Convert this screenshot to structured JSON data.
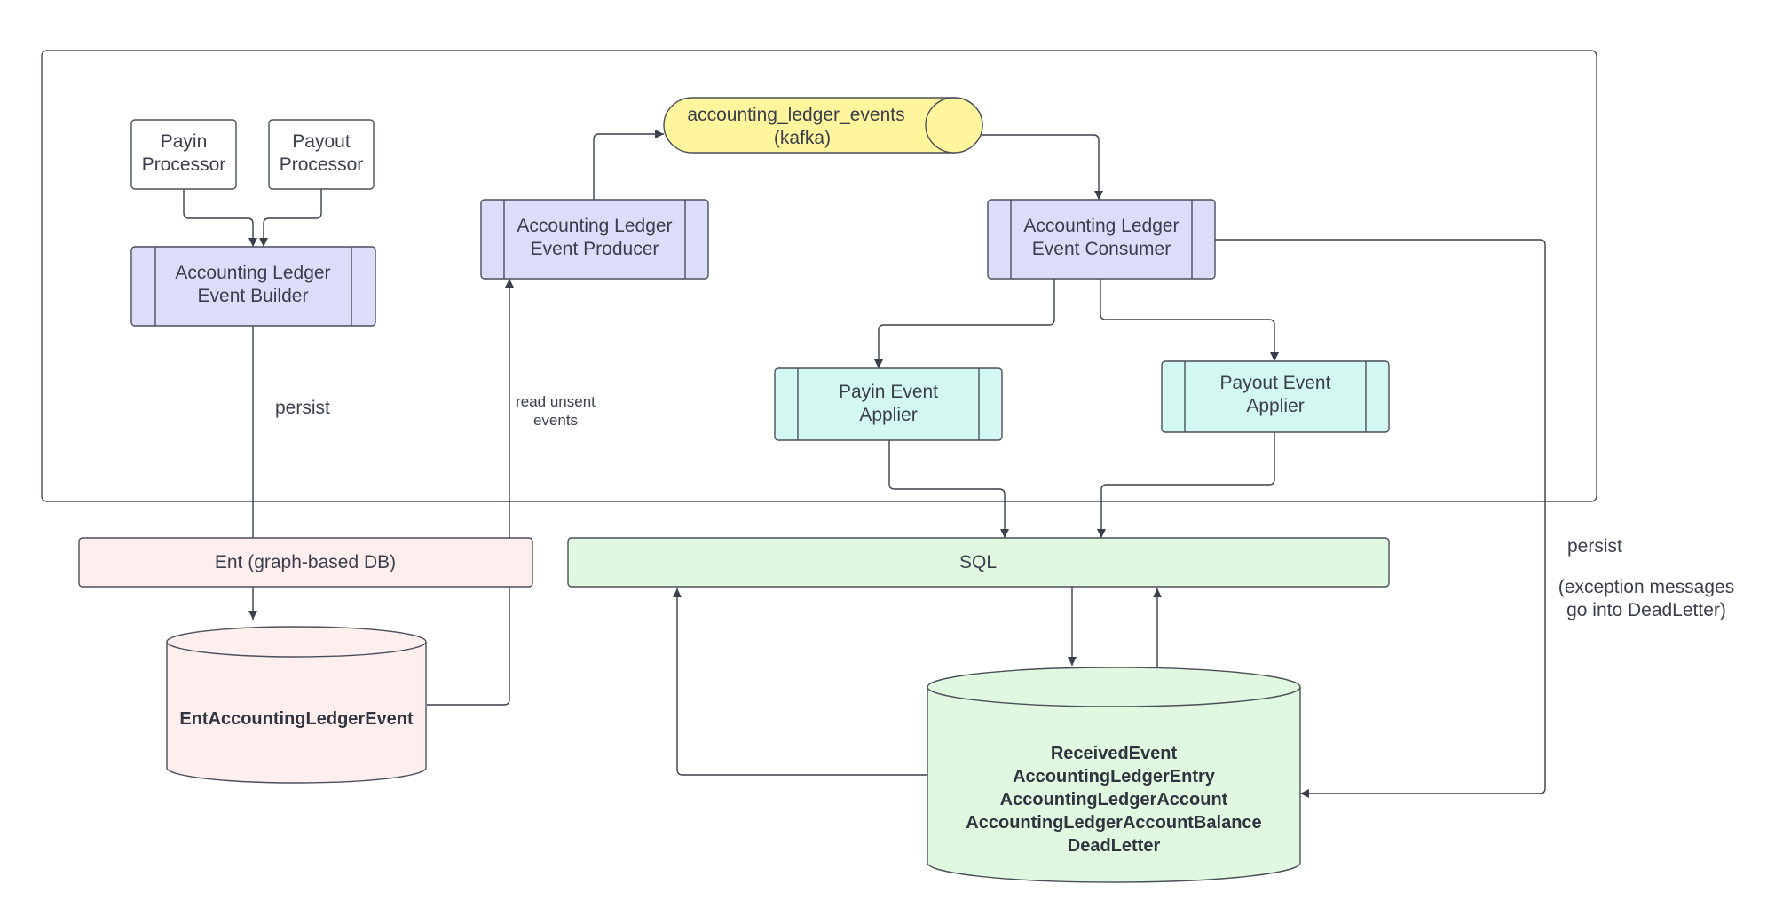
{
  "nodes": {
    "payin_processor": [
      "Payin",
      "Processor"
    ],
    "payout_processor": [
      "Payout",
      "Processor"
    ],
    "event_builder": [
      "Accounting Ledger",
      "Event Builder"
    ],
    "event_producer": [
      "Accounting Ledger",
      "Event Producer"
    ],
    "kafka_topic": [
      "accounting_ledger_events",
      "(kafka)"
    ],
    "event_consumer": [
      "Accounting Ledger",
      "Event Consumer"
    ],
    "payin_applier": [
      "Payin Event",
      "Applier"
    ],
    "payout_applier": [
      "Payout Event",
      "Applier"
    ],
    "ent_db": "Ent (graph-based DB)",
    "sql_db": "SQL",
    "ent_table": "EntAccountingLedgerEvent",
    "sql_tables": [
      "ReceivedEvent",
      "AccountingLedgerEntry",
      "AccountingLedgerAccount",
      "AccountingLedgerAccountBalance",
      "DeadLetter"
    ]
  },
  "labels": {
    "persist_builder": "persist",
    "read_unsent": [
      "read unsent",
      "events"
    ],
    "persist_consumer": "persist",
    "deadletter_note": [
      "(exception messages",
      "go into DeadLetter)"
    ]
  },
  "colors": {
    "service": "#dcdcfb",
    "applier": "#d3f7f1",
    "topic": "#fff59d",
    "ent": "#ffeeee",
    "sql": "#e0f8df",
    "processor": "#ffffff",
    "stroke": "#3a3f4b"
  }
}
